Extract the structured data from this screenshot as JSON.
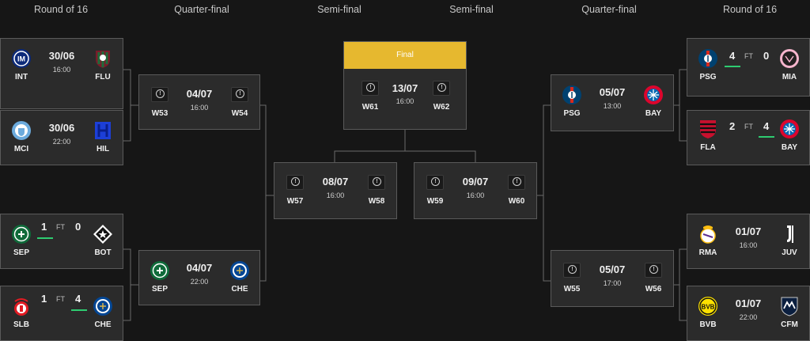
{
  "headers": [
    "Round of 16",
    "Quarter-final",
    "Semi-final",
    "Semi-final",
    "Quarter-final",
    "Round of 16"
  ],
  "colors": {
    "background": "#161616",
    "card": "#2b2b2b",
    "border": "#5a5a5a",
    "final": "#e6b82f",
    "winner": "#2ecc71"
  },
  "r16_left": [
    {
      "home": "INT",
      "away": "FLU",
      "date": "30/06",
      "time": "16:00"
    },
    {
      "home": "MCI",
      "away": "HIL",
      "date": "30/06",
      "time": "22:00"
    },
    {
      "home": "SEP",
      "away": "BOT",
      "home_score": "1",
      "away_score": "0",
      "status": "FT",
      "winner": "home"
    },
    {
      "home": "SLB",
      "away": "CHE",
      "home_score": "1",
      "away_score": "4",
      "status": "FT",
      "winner": "away"
    }
  ],
  "qf_left": [
    {
      "home": "W53",
      "away": "W54",
      "date": "04/07",
      "time": "16:00"
    },
    {
      "home": "SEP",
      "away": "CHE",
      "date": "04/07",
      "time": "22:00"
    }
  ],
  "sf": [
    {
      "home": "W57",
      "away": "W58",
      "date": "08/07",
      "time": "16:00"
    },
    {
      "home": "W59",
      "away": "W60",
      "date": "09/07",
      "time": "16:00"
    }
  ],
  "final": {
    "label": "Final",
    "home": "W61",
    "away": "W62",
    "date": "13/07",
    "time": "16:00"
  },
  "qf_right": [
    {
      "home": "PSG",
      "away": "BAY",
      "date": "05/07",
      "time": "13:00"
    },
    {
      "home": "W55",
      "away": "W56",
      "date": "05/07",
      "time": "17:00"
    }
  ],
  "r16_right": [
    {
      "home": "PSG",
      "away": "MIA",
      "home_score": "4",
      "away_score": "0",
      "status": "FT",
      "winner": "home"
    },
    {
      "home": "FLA",
      "away": "BAY",
      "home_score": "2",
      "away_score": "4",
      "status": "FT",
      "winner": "away"
    },
    {
      "home": "RMA",
      "away": "JUV",
      "date": "01/07",
      "time": "16:00"
    },
    {
      "home": "BVB",
      "away": "CFM",
      "date": "01/07",
      "time": "22:00"
    }
  ],
  "icons": {
    "INT": "inter-crest-icon",
    "FLU": "fluminense-crest-icon",
    "MCI": "man-city-crest-icon",
    "HIL": "al-hilal-crest-icon",
    "SEP": "palmeiras-crest-icon",
    "BOT": "botafogo-crest-icon",
    "SLB": "benfica-crest-icon",
    "CHE": "chelsea-crest-icon",
    "PSG": "psg-crest-icon",
    "MIA": "inter-miami-crest-icon",
    "FLA": "flamengo-crest-icon",
    "BAY": "bayern-crest-icon",
    "RMA": "real-madrid-crest-icon",
    "JUV": "juventus-crest-icon",
    "BVB": "dortmund-crest-icon",
    "CFM": "monterrey-crest-icon",
    "placeholder": "warning-placeholder-icon"
  }
}
